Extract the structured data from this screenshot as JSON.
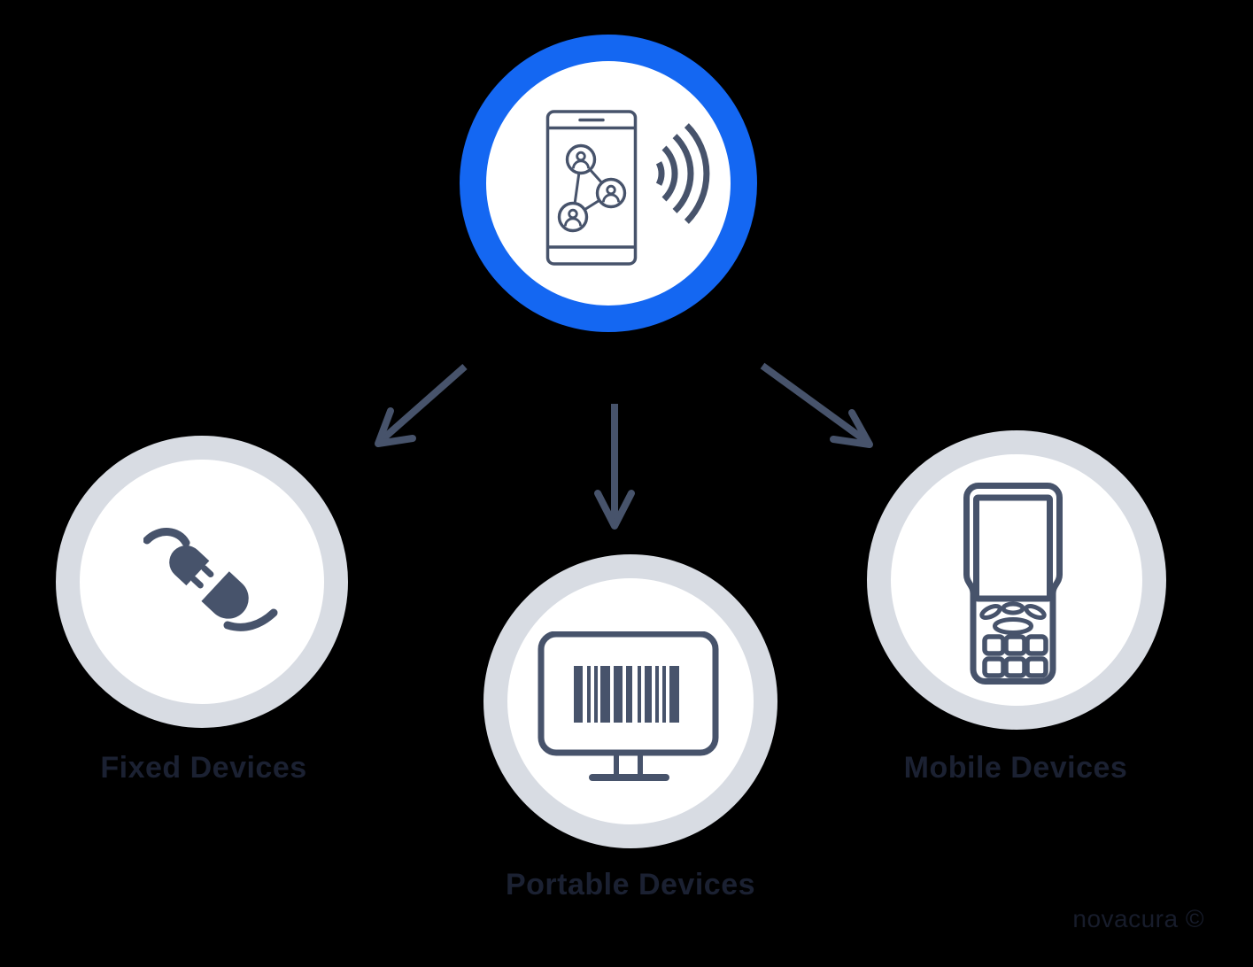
{
  "diagram": {
    "hub": {
      "icon": "smartphone-share-signal-icon",
      "description_visible_text": ""
    },
    "nodes": [
      {
        "id": "fixed",
        "label": "Fixed Devices",
        "icon": "disconnected-plug-icon"
      },
      {
        "id": "portable",
        "label": "Portable Devices",
        "icon": "monitor-barcode-icon"
      },
      {
        "id": "mobile",
        "label": "Mobile Devices",
        "icon": "handheld-terminal-icon"
      }
    ],
    "arrows": [
      {
        "from": "hub",
        "to": "fixed"
      },
      {
        "from": "hub",
        "to": "portable"
      },
      {
        "from": "hub",
        "to": "mobile"
      }
    ],
    "watermark": "novacura ©",
    "colors": {
      "accent_blue": "#1467f2",
      "ring_gray": "#d8dce3",
      "icon_slate": "#47536b",
      "label_dark": "#1b2132",
      "background": "#000000",
      "circle_fill": "#ffffff"
    }
  }
}
